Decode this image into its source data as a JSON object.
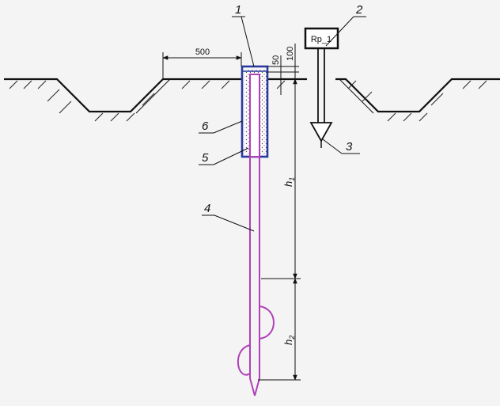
{
  "callouts": {
    "c1": "1",
    "c2": "2",
    "c3": "3",
    "c4": "4",
    "c5": "5",
    "c6": "6"
  },
  "dimensions": {
    "d500": "500",
    "d50": "50",
    "d100": "100",
    "h1": "h",
    "h1_sub": "1",
    "h2": "h",
    "h2_sub": "2"
  },
  "benchmark": {
    "label": "Rp_1"
  },
  "colors": {
    "ground": "#111111",
    "rod": "#b040b8",
    "box": "#2a3aa0",
    "background": "#f4f4f4"
  }
}
